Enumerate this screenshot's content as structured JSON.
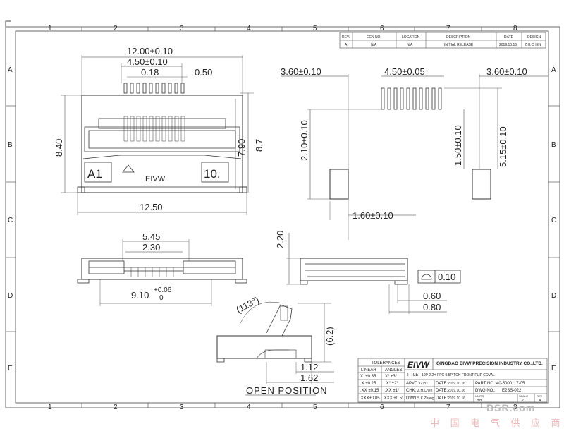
{
  "zones": {
    "cols": [
      "1",
      "2",
      "3",
      "4",
      "5",
      "6",
      "7",
      "8"
    ],
    "rows": [
      "A",
      "B",
      "C",
      "D",
      "E"
    ]
  },
  "revision_table": {
    "headers": [
      "REV.",
      "ECN NO.",
      "LOCATION",
      "DESCRIPTION",
      "DATE",
      "DESIGN"
    ],
    "row": [
      "A",
      "N/A",
      "N/A",
      "INITIAL RELEASE",
      "2019.10.16",
      "Z.H.CHEN"
    ]
  },
  "top_view": {
    "overall_width": "12.00±0.10",
    "pitch_span": "4.50±0.10",
    "lead_width": "0.18",
    "pitch": "0.50",
    "height_left": "8.40",
    "height_mid": "7.90",
    "height_right": "8.7",
    "base_width": "12.50",
    "pin1_label": "A1",
    "pin10_label": "10.",
    "brand_mark": "EIVW"
  },
  "footprint": {
    "left_margin": "3.60±0.10",
    "pitch_span": "4.50±0.05",
    "right_margin": "3.60±0.10",
    "pad_offset": "2.10±0.10",
    "pad_pitch_v": "1.50±0.10",
    "pad_total_v": "5.15±0.10",
    "pad_width": "1.60±0.10"
  },
  "front_view": {
    "w1": "5.45",
    "w2": "2.30",
    "base": "9.10",
    "tol_upper": "+0.06",
    "tol_lower": "0"
  },
  "side_view": {
    "height": "2.20",
    "flatness": "0.10",
    "d1": "0.60",
    "d2": "0.80"
  },
  "open_view": {
    "angle": "(113°)",
    "height": "(6.2)",
    "d1": "1.12",
    "d2": "1.62",
    "caption": "OPEN POSITION"
  },
  "title_block": {
    "company": "QINGDAO EIVW PRECISION INDUSTRY CO.,LTD.",
    "logo": "EIVW",
    "title_label": "TITLE:",
    "title": "10P 2.2H FPC 0.5PITCH FRONT FLIP COVAL",
    "tolerances_header": "TOLERANCES",
    "linear_header": "LINEAR",
    "angles_header": "ANGLES",
    "tol_rows": [
      {
        "linear": "X.  ±0.35",
        "angle": "X°  ±3°"
      },
      {
        "linear": ".X  ±0.25",
        "angle": ".X°  ±2°"
      },
      {
        "linear": ".XX  ±0.15",
        "angle": ".XX  ±1°"
      },
      {
        "linear": ".XXX±0.05",
        "angle": ".XXX ±0.5°"
      }
    ],
    "apvd_label": "APVD:",
    "apvd": "G.H.LI",
    "chk_label": "CHK:",
    "chk": "Z.H.Chen",
    "dwn_label": "DWN:",
    "dwn": "S.K.Zhang",
    "date_label": "DATE:",
    "date1": "2019.10.16",
    "date2": "2019.10.16",
    "date3": "2019.10.16",
    "part_label": "PART NO.:",
    "part": "40-5000117-05",
    "dwg_label": "DWG NO.:",
    "dwg": "E2SS-022",
    "units_label": "UNITS",
    "units": "mm",
    "scale_label": "SCALE",
    "scale": "3:1",
    "rev_label": "REV",
    "rev": "A"
  },
  "watermark": {
    "brand": "BSR.com",
    "sub": "中 国 电 气 供 应 商"
  }
}
